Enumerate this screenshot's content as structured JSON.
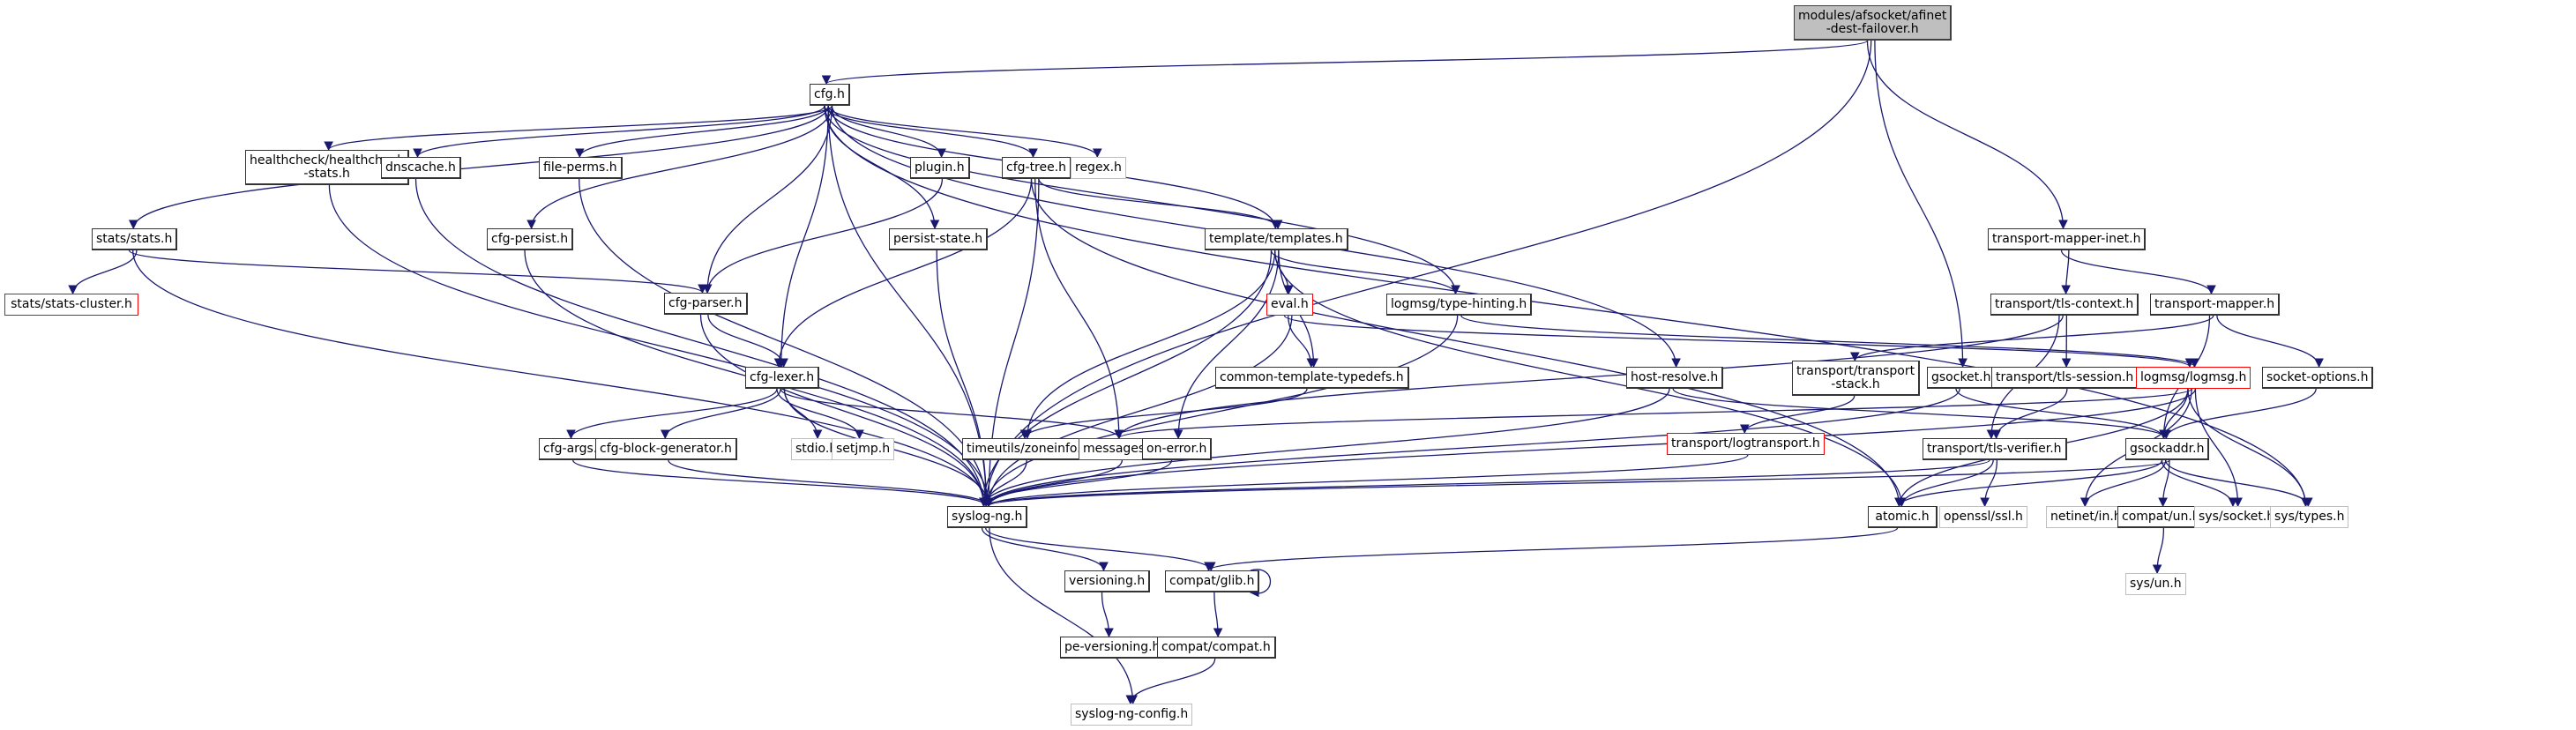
{
  "title": "modules/afsocket/afinet-dest-failover.h include dependency graph",
  "colors": {
    "edge": "#191970",
    "root_fill": "#bfbfbf",
    "truncated_border": "#ff0000",
    "external_border": "#bfbfbf",
    "node_border": "#333333"
  },
  "nodes": [
    {
      "id": "root",
      "label": "modules/afsocket/afinet\n-dest-failover.h",
      "kind": "root"
    },
    {
      "id": "cfg",
      "label": "cfg.h",
      "kind": "normal"
    },
    {
      "id": "stats",
      "label": "stats/stats.h",
      "kind": "normal"
    },
    {
      "id": "healthcheck",
      "label": "healthcheck/healthcheck\n-stats.h",
      "kind": "normal"
    },
    {
      "id": "dnscache",
      "label": "dnscache.h",
      "kind": "normal"
    },
    {
      "id": "fileperms",
      "label": "file-perms.h",
      "kind": "normal"
    },
    {
      "id": "plugin",
      "label": "plugin.h",
      "kind": "normal"
    },
    {
      "id": "cfgtree",
      "label": "cfg-tree.h",
      "kind": "normal"
    },
    {
      "id": "regex",
      "label": "regex.h",
      "kind": "external"
    },
    {
      "id": "statscluster",
      "label": "stats/stats-cluster.h",
      "kind": "truncated"
    },
    {
      "id": "cfgpersist",
      "label": "cfg-persist.h",
      "kind": "normal"
    },
    {
      "id": "persiststate",
      "label": "persist-state.h",
      "kind": "normal"
    },
    {
      "id": "templates",
      "label": "template/templates.h",
      "kind": "normal"
    },
    {
      "id": "cfgparser",
      "label": "cfg-parser.h",
      "kind": "normal"
    },
    {
      "id": "eval",
      "label": "eval.h",
      "kind": "truncated"
    },
    {
      "id": "typehinting",
      "label": "logmsg/type-hinting.h",
      "kind": "normal"
    },
    {
      "id": "cfglexer",
      "label": "cfg-lexer.h",
      "kind": "normal"
    },
    {
      "id": "commontt",
      "label": "common-template-typedefs.h",
      "kind": "normal"
    },
    {
      "id": "hostresolve",
      "label": "host-resolve.h",
      "kind": "normal"
    },
    {
      "id": "transportstack",
      "label": "transport/transport\n-stack.h",
      "kind": "normal"
    },
    {
      "id": "gsocket",
      "label": "gsocket.h",
      "kind": "normal"
    },
    {
      "id": "tlssession",
      "label": "transport/tls-session.h",
      "kind": "normal"
    },
    {
      "id": "logmsg",
      "label": "logmsg/logmsg.h",
      "kind": "truncated"
    },
    {
      "id": "socketoptions",
      "label": "socket-options.h",
      "kind": "normal"
    },
    {
      "id": "tmi",
      "label": "transport-mapper-inet.h",
      "kind": "normal"
    },
    {
      "id": "tlscontext",
      "label": "transport/tls-context.h",
      "kind": "normal"
    },
    {
      "id": "tm",
      "label": "transport-mapper.h",
      "kind": "normal"
    },
    {
      "id": "cfgargs",
      "label": "cfg-args.h",
      "kind": "normal"
    },
    {
      "id": "cfgblock",
      "label": "cfg-block-generator.h",
      "kind": "normal"
    },
    {
      "id": "stdio",
      "label": "stdio.h",
      "kind": "external"
    },
    {
      "id": "setjmp",
      "label": "setjmp.h",
      "kind": "external"
    },
    {
      "id": "zoneinfo",
      "label": "timeutils/zoneinfo.h",
      "kind": "normal"
    },
    {
      "id": "messages",
      "label": "messages.h",
      "kind": "truncated"
    },
    {
      "id": "onerror",
      "label": "on-error.h",
      "kind": "normal"
    },
    {
      "id": "logtransport",
      "label": "transport/logtransport.h",
      "kind": "truncated"
    },
    {
      "id": "tlsverifier",
      "label": "transport/tls-verifier.h",
      "kind": "normal"
    },
    {
      "id": "gsockaddr",
      "label": "gsockaddr.h",
      "kind": "normal"
    },
    {
      "id": "syslogng",
      "label": "syslog-ng.h",
      "kind": "normal"
    },
    {
      "id": "atomic",
      "label": "atomic.h",
      "kind": "normal"
    },
    {
      "id": "opensslssl",
      "label": "openssl/ssl.h",
      "kind": "external"
    },
    {
      "id": "netinetin",
      "label": "netinet/in.h",
      "kind": "external"
    },
    {
      "id": "compatun",
      "label": "compat/un.h",
      "kind": "normal"
    },
    {
      "id": "syssocket",
      "label": "sys/socket.h",
      "kind": "external"
    },
    {
      "id": "systypes",
      "label": "sys/types.h",
      "kind": "external"
    },
    {
      "id": "sysun",
      "label": "sys/un.h",
      "kind": "external"
    },
    {
      "id": "versioning",
      "label": "versioning.h",
      "kind": "normal"
    },
    {
      "id": "compatglib",
      "label": "compat/glib.h",
      "kind": "normal"
    },
    {
      "id": "peversioning",
      "label": "pe-versioning.h",
      "kind": "normal"
    },
    {
      "id": "compatcompat",
      "label": "compat/compat.h",
      "kind": "normal"
    },
    {
      "id": "syslogngconfig",
      "label": "syslog-ng-config.h",
      "kind": "external"
    }
  ],
  "edges": [
    [
      "root",
      "cfg"
    ],
    [
      "root",
      "syslogng"
    ],
    [
      "root",
      "gsocket"
    ],
    [
      "root",
      "tmi"
    ],
    [
      "cfg",
      "stats"
    ],
    [
      "cfg",
      "healthcheck"
    ],
    [
      "cfg",
      "dnscache"
    ],
    [
      "cfg",
      "fileperms"
    ],
    [
      "cfg",
      "plugin"
    ],
    [
      "cfg",
      "cfgtree"
    ],
    [
      "cfg",
      "regex"
    ],
    [
      "cfg",
      "cfgpersist"
    ],
    [
      "cfg",
      "persiststate"
    ],
    [
      "cfg",
      "templates"
    ],
    [
      "cfg",
      "cfgparser"
    ],
    [
      "cfg",
      "typehinting"
    ],
    [
      "cfg",
      "cfglexer"
    ],
    [
      "cfg",
      "hostresolve"
    ],
    [
      "cfg",
      "systypes"
    ],
    [
      "cfg",
      "syslogng"
    ],
    [
      "stats",
      "statscluster"
    ],
    [
      "stats",
      "cfgparser"
    ],
    [
      "stats",
      "syslogng"
    ],
    [
      "healthcheck",
      "syslogng"
    ],
    [
      "dnscache",
      "syslogng"
    ],
    [
      "fileperms",
      "syslogng"
    ],
    [
      "plugin",
      "cfgparser"
    ],
    [
      "cfgpersist",
      "syslogng"
    ],
    [
      "persiststate",
      "syslogng"
    ],
    [
      "cfgtree",
      "templates"
    ],
    [
      "cfgtree",
      "cfglexer"
    ],
    [
      "cfgtree",
      "messages"
    ],
    [
      "cfgtree",
      "syslogng"
    ],
    [
      "cfgtree",
      "atomic"
    ],
    [
      "templates",
      "eval"
    ],
    [
      "templates",
      "commontt"
    ],
    [
      "templates",
      "typehinting"
    ],
    [
      "templates",
      "zoneinfo"
    ],
    [
      "templates",
      "onerror"
    ],
    [
      "templates",
      "syslogng"
    ],
    [
      "templates",
      "atomic"
    ],
    [
      "cfgparser",
      "cfglexer"
    ],
    [
      "cfgparser",
      "syslogng"
    ],
    [
      "eval",
      "commontt"
    ],
    [
      "eval",
      "syslogng"
    ],
    [
      "eval",
      "logmsg"
    ],
    [
      "typehinting",
      "syslogng"
    ],
    [
      "typehinting",
      "logmsg"
    ],
    [
      "cfglexer",
      "cfgargs"
    ],
    [
      "cfglexer",
      "cfgblock"
    ],
    [
      "cfglexer",
      "stdio"
    ],
    [
      "cfglexer",
      "setjmp"
    ],
    [
      "cfglexer",
      "messages"
    ],
    [
      "cfglexer",
      "syslogng"
    ],
    [
      "commontt",
      "zoneinfo"
    ],
    [
      "zoneinfo",
      "syslogng"
    ],
    [
      "messages",
      "syslogng"
    ],
    [
      "onerror",
      "syslogng"
    ],
    [
      "cfgargs",
      "syslogng"
    ],
    [
      "cfgblock",
      "syslogng"
    ],
    [
      "hostresolve",
      "syslogng"
    ],
    [
      "hostresolve",
      "gsockaddr"
    ],
    [
      "tmi",
      "tlscontext"
    ],
    [
      "tmi",
      "tm"
    ],
    [
      "tlscontext",
      "messages"
    ],
    [
      "tlscontext",
      "tlssession"
    ],
    [
      "tlscontext",
      "tlsverifier"
    ],
    [
      "tm",
      "transportstack"
    ],
    [
      "tm",
      "socketoptions"
    ],
    [
      "tm",
      "gsockaddr"
    ],
    [
      "transportstack",
      "logtransport"
    ],
    [
      "logtransport",
      "syslogng"
    ],
    [
      "gsocket",
      "gsockaddr"
    ],
    [
      "gsocket",
      "syslogng"
    ],
    [
      "tlssession",
      "tlsverifier"
    ],
    [
      "tlsverifier",
      "syslogng"
    ],
    [
      "tlsverifier",
      "atomic"
    ],
    [
      "tlsverifier",
      "opensslssl"
    ],
    [
      "logmsg",
      "gsockaddr"
    ],
    [
      "logmsg",
      "messages"
    ],
    [
      "logmsg",
      "syslogng"
    ],
    [
      "logmsg",
      "atomic"
    ],
    [
      "logmsg",
      "netinetin"
    ],
    [
      "logmsg",
      "syssocket"
    ],
    [
      "logmsg",
      "systypes"
    ],
    [
      "socketoptions",
      "gsockaddr"
    ],
    [
      "gsockaddr",
      "syslogng"
    ],
    [
      "gsockaddr",
      "atomic"
    ],
    [
      "gsockaddr",
      "netinetin"
    ],
    [
      "gsockaddr",
      "compatun"
    ],
    [
      "gsockaddr",
      "syssocket"
    ],
    [
      "gsockaddr",
      "systypes"
    ],
    [
      "compatun",
      "sysun"
    ],
    [
      "syslogng",
      "versioning"
    ],
    [
      "syslogng",
      "compatglib"
    ],
    [
      "syslogng",
      "syslogngconfig"
    ],
    [
      "atomic",
      "compatglib"
    ],
    [
      "compatglib",
      "compatglib"
    ],
    [
      "compatglib",
      "compatcompat"
    ],
    [
      "versioning",
      "peversioning"
    ],
    [
      "compatcompat",
      "syslogngconfig"
    ]
  ]
}
